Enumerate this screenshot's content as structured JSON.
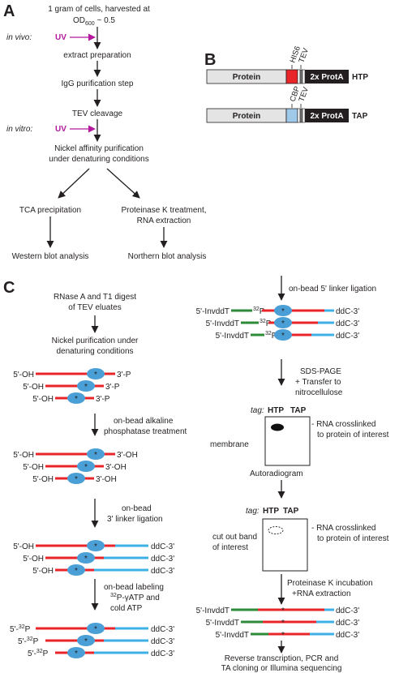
{
  "panels": {
    "a": "A",
    "b": "B",
    "c": "C"
  },
  "colors": {
    "red": "#e8262a",
    "blue": "#3fb0e5",
    "green": "#2e8b3a",
    "ellipse": "#4a9fd6",
    "uv": "#b5179e",
    "protein_box": "#e4e4e4",
    "prota_box": "#231f20",
    "his_box": "#e8262a",
    "cbp_box": "#9ec9e8"
  },
  "a": {
    "step1_line1": "1 gram of cells, harvested at",
    "step1_line2": "OD",
    "step1_sub": "600",
    "step1_tail": " ~ 0.5",
    "in_vivo": "in vivo:",
    "in_vitro": "in vitro:",
    "uv": "UV",
    "extract": "extract preparation",
    "igg": "IgG purification step",
    "tev": "TEV cleavage",
    "nickel1": "Nickel affinity purification",
    "nickel2": "under denaturing conditions",
    "tca": "TCA precipitation",
    "protk1": "Proteinase K treatment,",
    "protk2": "RNA extraction",
    "western": "Western blot analysis",
    "northern": "Northern blot analysis"
  },
  "b": {
    "protein": "Protein",
    "his6": "HIS6",
    "cbp": "CBP",
    "tev": "TEV",
    "prota": "2x ProtA",
    "htp": "HTP",
    "tap": "TAP"
  },
  "c": {
    "rnase1": "RNase A and T1 digest",
    "rnase2": "of TEV eluates",
    "nickel1": "Nickel purification under",
    "nickel2": "denaturing conditions",
    "alk1": "on-bead alkaline",
    "alk2": "phosphatase treatment",
    "link3_1": "on-bead",
    "link3_2": "3' linker ligation",
    "lab1": "on-bead labeling",
    "lab2_sup": "32",
    "lab2": "P-γATP and",
    "lab3": "cold ATP",
    "link5": "on-bead 5' linker ligation",
    "sds1": "SDS-PAGE",
    "sds2": "+ Transfer to",
    "sds3": "nitrocellulose",
    "tag": "tag:",
    "htp": "HTP",
    "tap": "TAP",
    "membrane": "membrane",
    "crosslink1": "- RNA crosslinked",
    "crosslink2": "to protein of interest",
    "autorad": "Autoradiogram",
    "cut1": "cut out band",
    "cut2": "of interest",
    "protk1": "Proteinase K incubation",
    "protk2": "+RNA extraction",
    "final1": "Reverse transcription, PCR and",
    "final2": "TA cloning or Illumina sequencing",
    "oh5": "5'-OH",
    "p3": "3'-P",
    "oh3": "3'-OH",
    "ddc": "ddC-3'",
    "p32_pre": "5'-",
    "p32_sup": "32",
    "p32_post": "P",
    "invddt": "5'-InvddT",
    "star": "*"
  }
}
